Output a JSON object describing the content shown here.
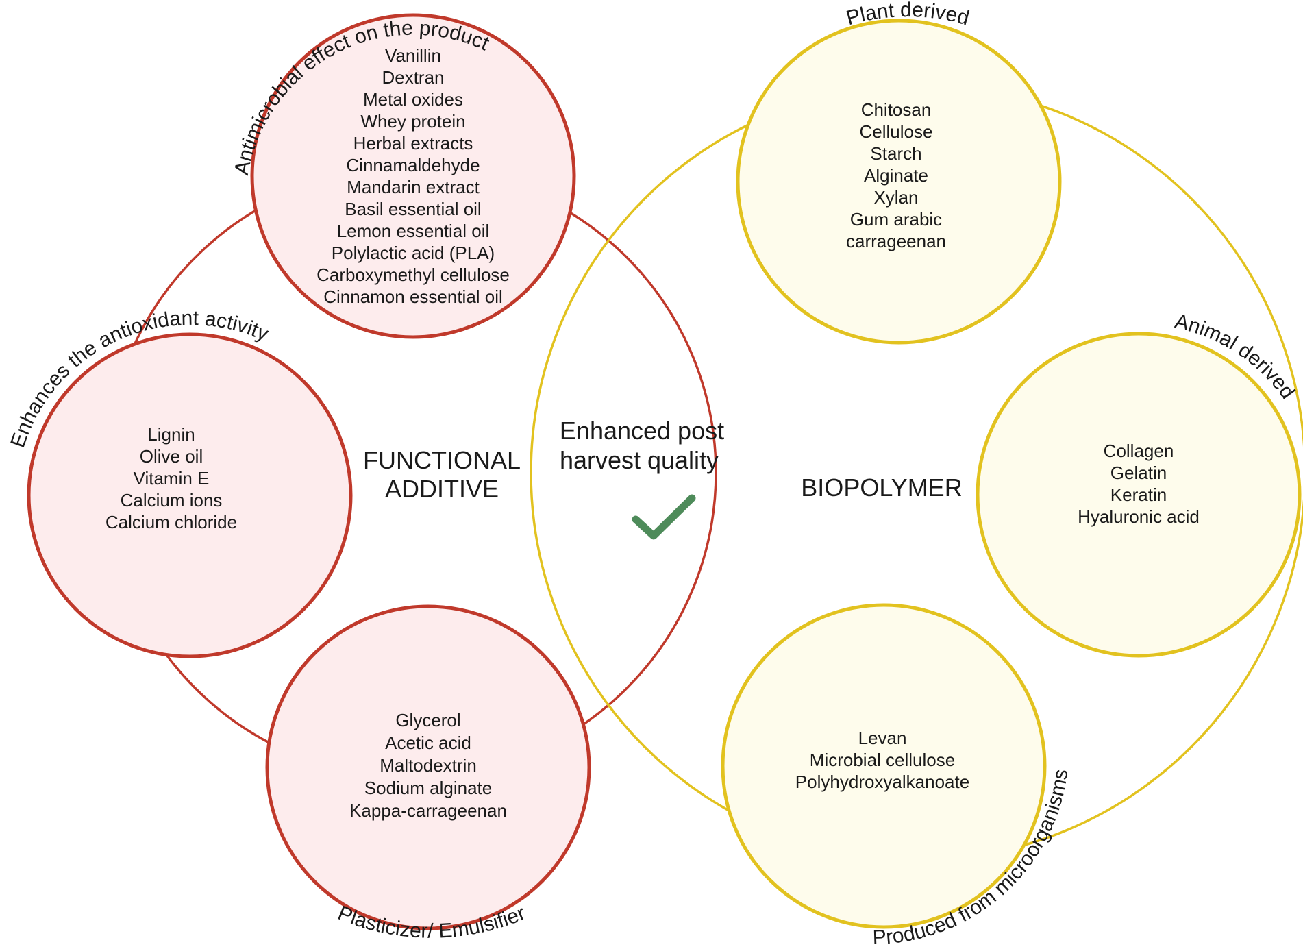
{
  "center": {
    "title_line1": "Enhanced post",
    "title_line2": "harvest quality",
    "check_icon": "checkmark-icon",
    "check_color": "#4e8b5a"
  },
  "functional_additive": {
    "label_line1": "FUNCTIONAL",
    "label_line2": "ADDITIVE",
    "color": "#c0392b",
    "fill": "#fdeced",
    "groups": {
      "antimicrobial": {
        "title": "Antimicrobial effect on the product",
        "items": [
          "Vanillin",
          "Dextran",
          "Metal oxides",
          "Whey protein",
          "Herbal extracts",
          "Cinnamaldehyde",
          "Mandarin extract",
          "Basil essential oil",
          "Lemon essential oil",
          "Polylactic acid (PLA)",
          "Carboxymethyl cellulose",
          "Cinnamon essential oil"
        ]
      },
      "antioxidant": {
        "title": "Enhances the antioxidant activity",
        "items": [
          "Lignin",
          "Olive oil",
          "Vitamin E",
          "Calcium ions",
          "Calcium chloride"
        ]
      },
      "plasticizer": {
        "title": "Plasticizer/ Emulsifier",
        "items": [
          "Glycerol",
          "Acetic acid",
          "Maltodextrin",
          "Sodium alginate",
          "Kappa-carrageenan"
        ]
      }
    }
  },
  "biopolymer": {
    "label": "BIOPOLYMER",
    "color": "#e2c21f",
    "fill": "#fefcec",
    "groups": {
      "plant": {
        "title": "Plant derived",
        "items": [
          "Chitosan",
          "Cellulose",
          "Starch",
          "Alginate",
          "Xylan",
          "Gum arabic",
          "carrageenan"
        ]
      },
      "animal": {
        "title": "Animal derived",
        "items": [
          "Collagen",
          "Gelatin",
          "Keratin",
          "Hyaluronic acid"
        ]
      },
      "microbial": {
        "title": "Produced from microorganisms",
        "items": [
          "Levan",
          "Microbial cellulose",
          "Polyhydroxyalkanoate"
        ]
      }
    }
  }
}
